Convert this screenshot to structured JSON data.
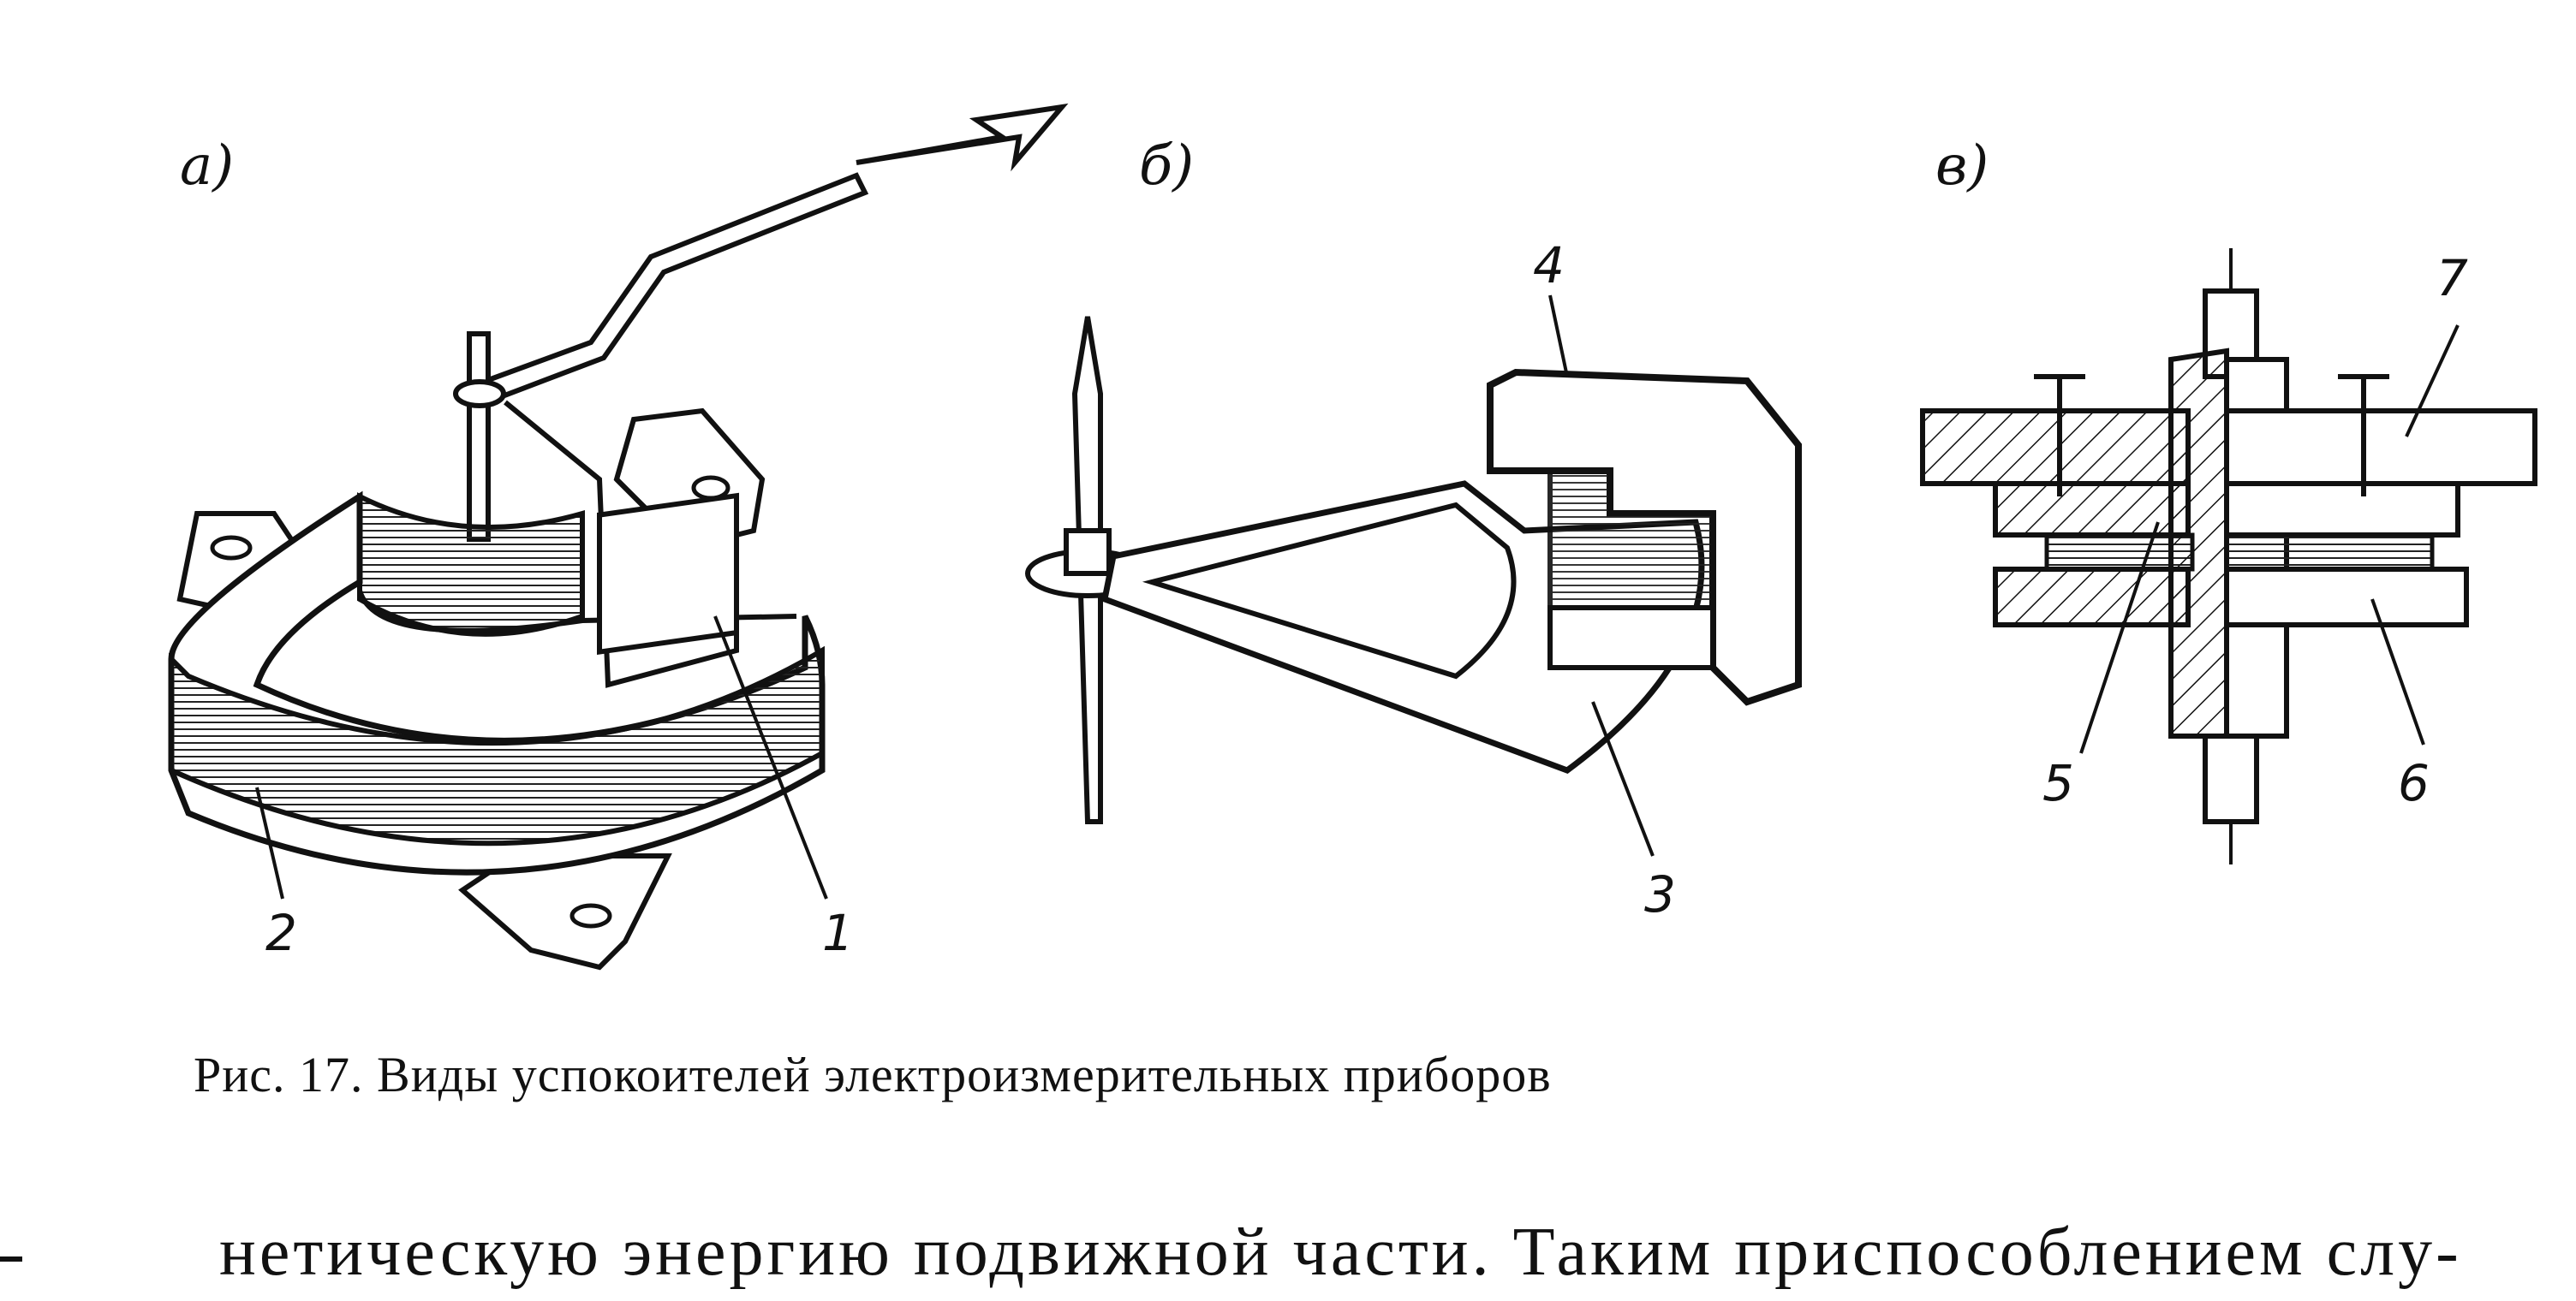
{
  "figure": {
    "panel_labels": {
      "a": "а)",
      "b": "б)",
      "c": "в)"
    },
    "part_numbers": {
      "n1": "1",
      "n2": "2",
      "n3": "3",
      "n4": "4",
      "n5": "5",
      "n6": "6",
      "n7": "7"
    },
    "caption": "Рис. 17. Виды успокоителей электроизмерительных приборов"
  },
  "body": {
    "text": "нетическую энергию подвижной части. Таким приспособлением слу-"
  }
}
